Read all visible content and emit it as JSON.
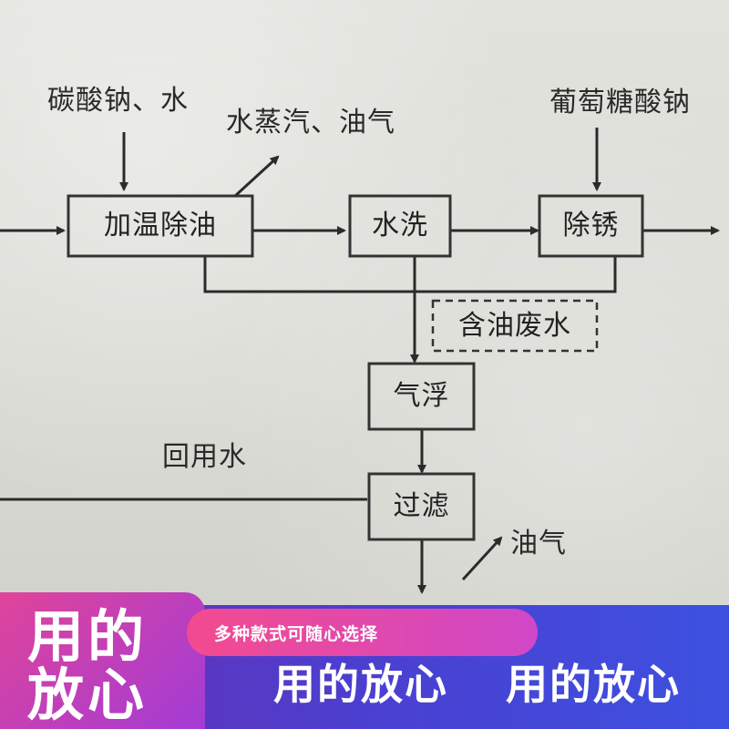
{
  "diagram": {
    "inputs": {
      "sodium_carbonate_water": "碳酸钠、水",
      "steam_oil_vapor": "水蒸汽、油气",
      "sodium_gluconate": "葡萄糖酸钠",
      "recycled_water": "回用水",
      "oil_vapor_out": "油气"
    },
    "steps": {
      "heat_degrease": "加温除油",
      "water_wash": "水洗",
      "rust_removal": "除锈",
      "oily_wastewater": "含油废水",
      "air_flotation": "气浮",
      "filtration": "过滤"
    }
  },
  "banner": {
    "left_line1": "用的",
    "left_line2": "放心",
    "pill_text": "多种款式可随心选择",
    "tagline_1": "用的放心",
    "tagline_2": "用的放心"
  },
  "colors": {
    "line": "#2b2b2b",
    "box_border": "#333333",
    "band": "#4b3fd0",
    "accent_pink": "#e0449a"
  }
}
